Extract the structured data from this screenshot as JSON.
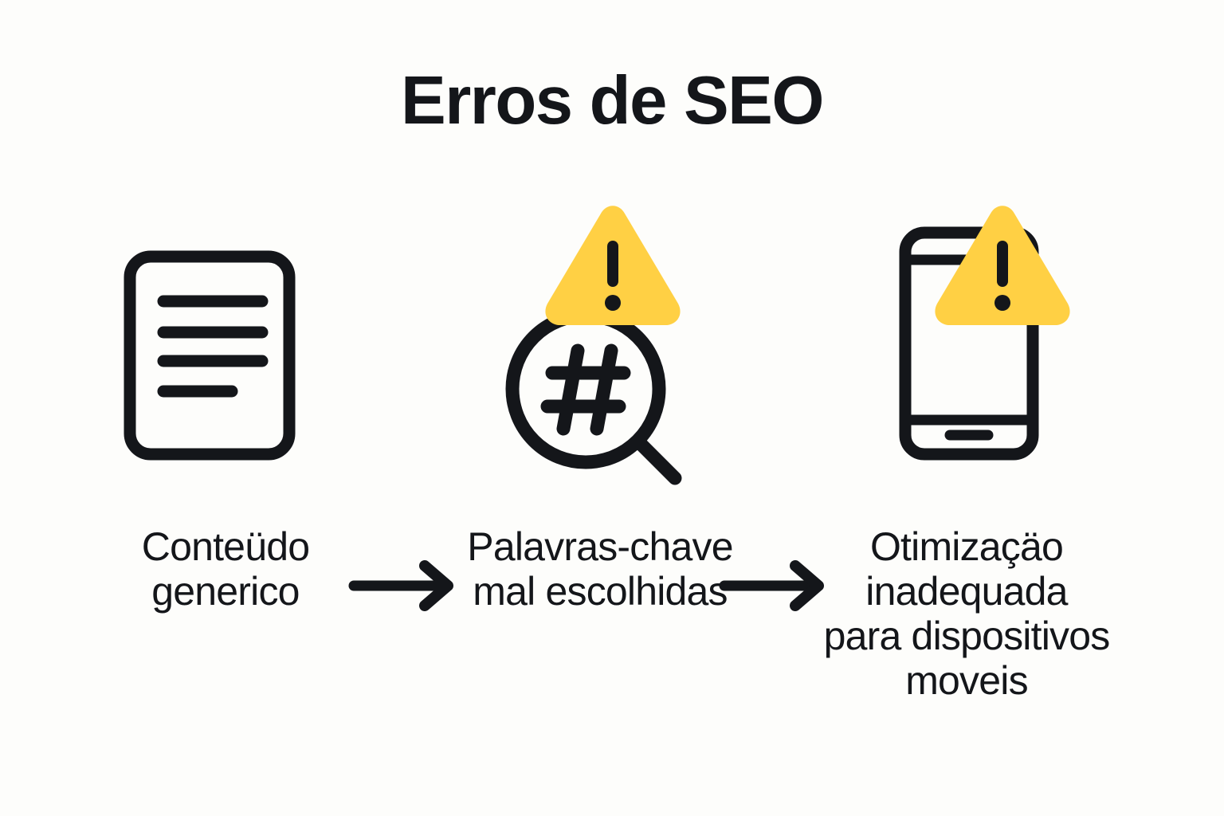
{
  "page": {
    "background_color": "#FDFDFB",
    "ink_color": "#14161A",
    "accent_color": "#FFD044"
  },
  "header": {
    "title": "Erros de SEO"
  },
  "steps": [
    {
      "id": "conteudo-generico",
      "icon": "document-icon",
      "warning": false,
      "label": "Conteüdo\ngenerico"
    },
    {
      "id": "palavras-chave",
      "icon": "hashtag-magnifier-icon",
      "warning": true,
      "label": "Palavras-chave\nmal escolhidas"
    },
    {
      "id": "otimizacao-mobile",
      "icon": "mobile-phone-icon",
      "warning": true,
      "label": "Otimizaçäo\ninadequada\npara dispositivos\nmoveis"
    }
  ],
  "connectors": [
    {
      "id": "arrow-1",
      "icon": "arrow-right-icon"
    },
    {
      "id": "arrow-2",
      "icon": "arrow-right-icon"
    }
  ]
}
